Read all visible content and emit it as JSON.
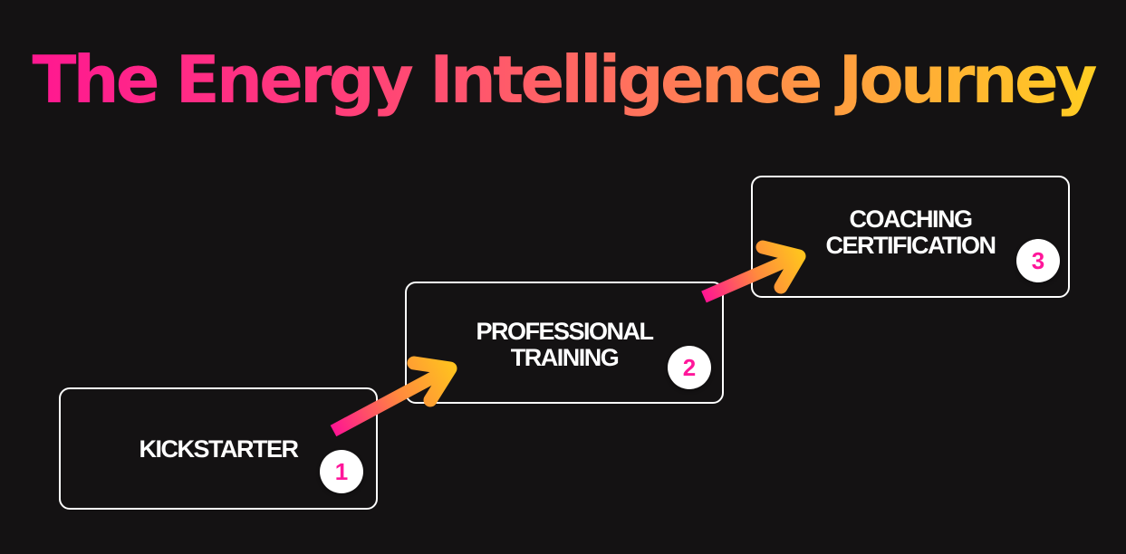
{
  "title": "The Energy Intelligence Journey",
  "colors": {
    "background": "#141213",
    "title_gradient": [
      "#ff1493",
      "#ff6f5e",
      "#ffd21f"
    ],
    "box_border": "#ffffff",
    "label_text": "#ffffff",
    "badge_bg": "#ffffff",
    "badge_number": "#ff169a",
    "arrow_gradient": [
      "#ff1493",
      "#ff8a3d",
      "#ffc21f"
    ]
  },
  "steps": [
    {
      "label_lines": [
        "KICKSTARTER"
      ],
      "number": "1"
    },
    {
      "label_lines": [
        "PROFESSIONAL",
        "TRAINING"
      ],
      "number": "2"
    },
    {
      "label_lines": [
        "COACHING",
        "CERTIFICATION"
      ],
      "number": "3"
    }
  ],
  "connectors": [
    {
      "from": 1,
      "to": 2,
      "icon": "arrow-icon"
    },
    {
      "from": 2,
      "to": 3,
      "icon": "arrow-icon"
    }
  ]
}
